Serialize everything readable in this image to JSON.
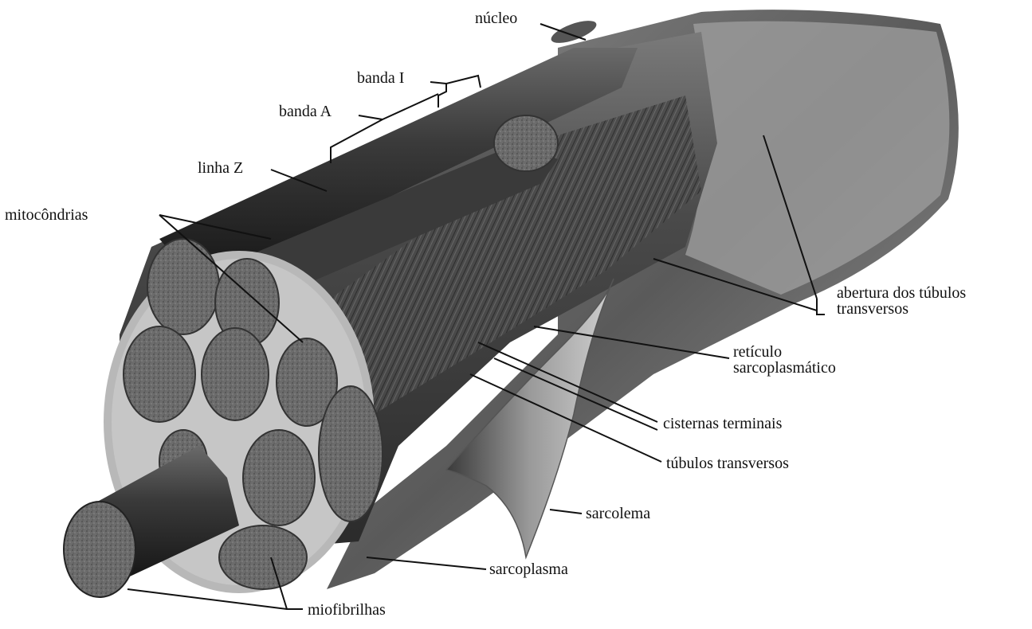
{
  "labels": {
    "nucleo": "núcleo",
    "banda_i": "banda I",
    "banda_a": "banda A",
    "linha_z": "linha Z",
    "mitocondrias": "mitocôndrias",
    "abertura_1": "abertura dos túbulos",
    "abertura_2": "transversos",
    "reticulo_1": "retículo",
    "reticulo_2": "sarcoplasmático",
    "cisternas": "cisternas terminais",
    "tubulos": "túbulos transversos",
    "sarcolema": "sarcolema",
    "sarcoplasma": "sarcoplasma",
    "miofibrilhas": "miofibrilhas"
  }
}
